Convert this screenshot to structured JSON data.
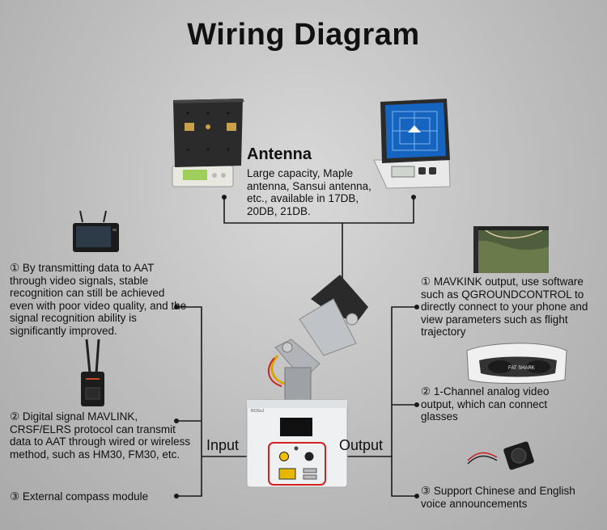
{
  "title": "Wiring Diagram",
  "antenna": {
    "heading": "Antenna",
    "description": "Large capacity, Maple antenna, Sansui antenna, etc., available in 17DB, 20DB, 21DB."
  },
  "labels": {
    "input": "Input",
    "output": "Output"
  },
  "inputs": [
    {
      "text": "① By transmitting data to AAT through video signals, stable recognition can still be achieved even with poor video quality, and the signal recognition ability is significantly improved."
    },
    {
      "text": "② Digital signal MAVLINK, CRSF/ELRS protocol can transmit data to AAT through wired or wireless method, such as HM30, FM30, etc."
    },
    {
      "text": "③ External compass module"
    }
  ],
  "outputs": [
    {
      "text": "① MAVKINK output, use software such as QGROUNDCONTROL to directly connect to your phone and view parameters such as flight trajectory"
    },
    {
      "text": "② 1-Channel analog video output, which can connect glasses"
    },
    {
      "text": "③ Support Chinese and English voice announcements"
    }
  ],
  "device": {
    "brand": "ROSoJ"
  },
  "goggles": {
    "brand": "FAT SHARK"
  },
  "colors": {
    "line": "#1a1a1a",
    "highlight": "#d32020",
    "panel": "#1565c0"
  }
}
